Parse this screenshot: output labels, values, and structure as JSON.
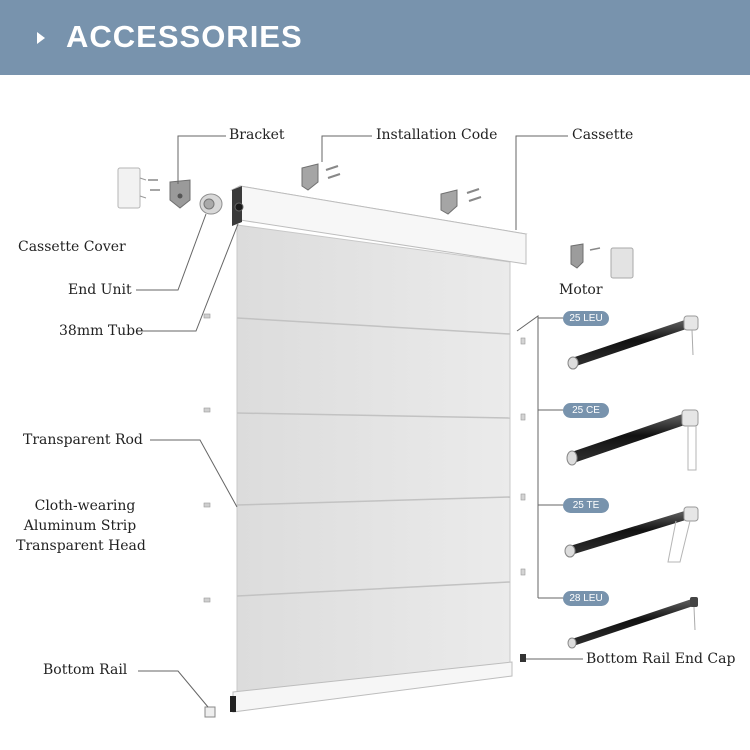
{
  "header": {
    "title": "ACCESSORIES",
    "background_color": "#7893ad",
    "arrow_icon": "triangle-right-icon"
  },
  "labels": {
    "bracket": "Bracket",
    "installation_code": "Installation Code",
    "cassette": "Cassette",
    "cassette_cover": "Cassette Cover",
    "end_unit": "End Unit",
    "motor": "Motor",
    "tube": "38mm Tube",
    "transparent_rod": "Transparent Rod",
    "cloth_wearing_strip": "Cloth-wearing",
    "aluminum_strip": "Aluminum Strip",
    "transparent_head": "Transparent Head",
    "bottom_rail": "Bottom Rail",
    "bottom_rail_end_cap": "Bottom Rail End Cap"
  },
  "motors": [
    {
      "name": "25 LEU"
    },
    {
      "name": "25 CE"
    },
    {
      "name": "25 TE"
    },
    {
      "name": "28 LEU"
    }
  ],
  "colors": {
    "badge": "#7893ad",
    "tube": "#1c1c1c",
    "fabric": "#e4e4e4",
    "cassette": "#f4f4f4"
  }
}
